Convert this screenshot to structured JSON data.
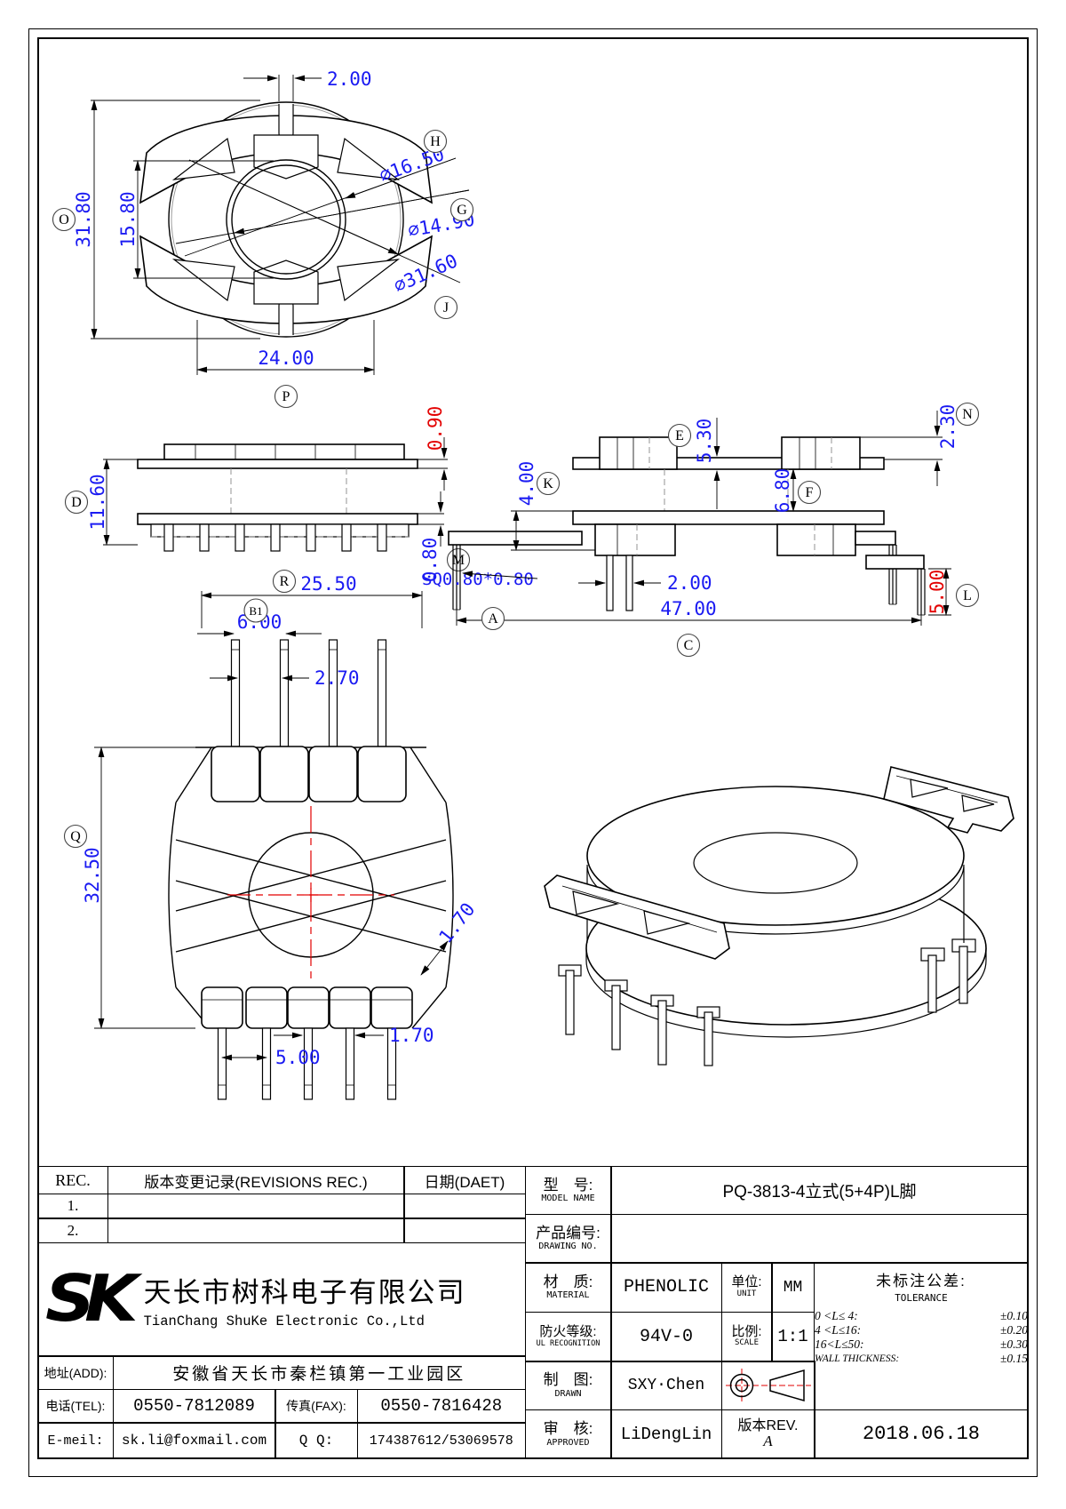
{
  "balloons": {
    "O": "O",
    "P": "P",
    "H": "H",
    "G": "G",
    "J": "J",
    "D": "D",
    "M": "M",
    "R": "R",
    "B1": "B1",
    "Q": "Q",
    "K": "K",
    "E": "E",
    "F": "F",
    "N": "N",
    "A": "A",
    "C": "C",
    "L": "L"
  },
  "top_view": {
    "slot_w": "2.00",
    "outer_h": "31.80",
    "window_h": "15.80",
    "dia_tube": "∅16.50",
    "dia_hole": "∅14.90",
    "dia_outer": "∅31.60",
    "flat_w": "24.00"
  },
  "side_view": {
    "total_h": "11.60",
    "flange_t": "0.90",
    "base_t": "0.80"
  },
  "front_view": {
    "width": "25.50",
    "pin_pitch": "6.00",
    "pin_offset": "2.70",
    "height": "32.50",
    "slant_t": "1.70",
    "pin_gap": "1.70",
    "pin_pitch2": "5.00"
  },
  "right_view": {
    "seat_h": "4.00",
    "win_h": "5.30",
    "win_h2": "6.80",
    "flange_t": "2.30",
    "wire_sq": "SQ0.80*0.80",
    "pin_w": "2.00",
    "total_w": "47.00",
    "leg_len": "5.00"
  },
  "rev_table": {
    "col_rec": "REC.",
    "col_desc": "版本变更记录(REVISIONS REC.)",
    "col_date": "日期(DAET)",
    "row1": "1.",
    "row2": "2."
  },
  "company": {
    "logo": "SK",
    "name_cn": "天长市树科电子有限公司",
    "name_en": "TianChang ShuKe Electronic Co.,Ltd",
    "addr_label": "地址(ADD):",
    "addr": "安徽省天长市秦栏镇第一工业园区",
    "tel_label": "电话(TEL):",
    "tel": "0550-7812089",
    "fax_label": "传真(FAX):",
    "fax": "0550-7816428",
    "email_label": "E-meil:",
    "email": "sk.li@foxmail.com",
    "qq_label": "Q Q:",
    "qq": "174387612/53069578"
  },
  "spec": {
    "model_label": "型　号:",
    "model_label_en": "MODEL NAME",
    "model": "PQ-3813-4立式(5+4P)L脚",
    "dwg_label": "产品编号:",
    "dwg_label_en": "DRAWING NO.",
    "dwg_no": "",
    "mat_label": "材　质:",
    "mat_label_en": "MATERIAL",
    "material": "PHENOLIC",
    "unit_label": "单位:",
    "unit_label_en": "UNIT",
    "unit": "MM",
    "fire_label": "防火等级:",
    "fire_label_en": "UL RECOGNITION",
    "fire": "94V-0",
    "scale_label": "比例:",
    "scale_label_en": "SCALE",
    "scale": "1:1",
    "drawn_label": "制　图:",
    "drawn_label_en": "DRAWN",
    "drawn": "SXY·Chen",
    "appr_label": "审　核:",
    "appr_label_en": "APPROVED",
    "approved": "LiDengLin",
    "rev_label": "版本REV.",
    "rev": "A",
    "date": "2018.06.18",
    "tol_title": "未标注公差:",
    "tol_title_en": "TOLERANCE",
    "tol1_l": "0 <L≤ 4:",
    "tol1_v": "±0.10",
    "tol2_l": "4 <L≤16:",
    "tol2_v": "±0.20",
    "tol3_l": "16<L≤50:",
    "tol3_v": "±0.30",
    "wall_l": "WALL THICKNESS:",
    "wall_v": "±0.15"
  }
}
